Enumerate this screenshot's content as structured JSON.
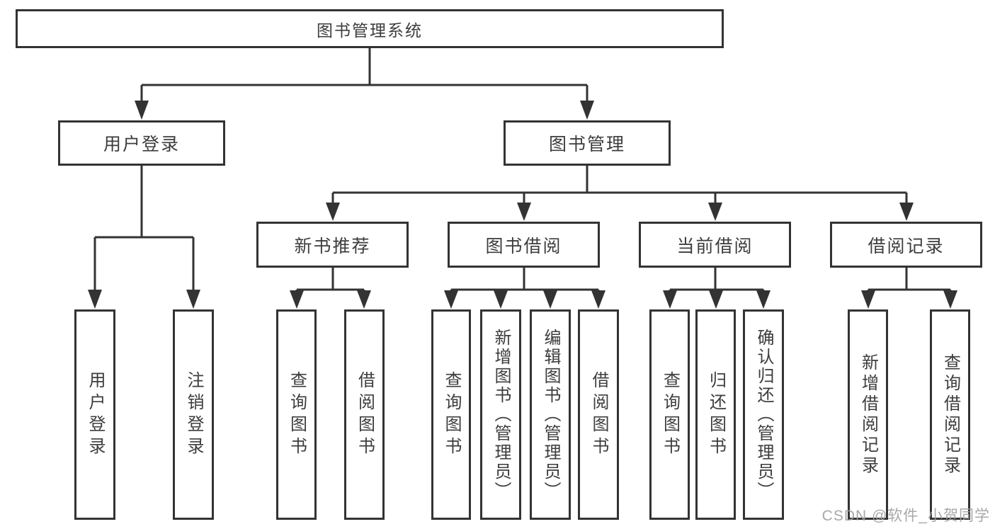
{
  "nodes": {
    "root": "图书管理系统",
    "user_login": "用户登录",
    "book_mgmt": "图书管理",
    "user_login_leaf": "用户登录",
    "logout_leaf": "注销登录",
    "new_book_rec": "新书推荐",
    "book_borrow": "图书借阅",
    "current_borrow": "当前借阅",
    "borrow_record": "借阅记录",
    "nbr_query_books": "查询图书",
    "nbr_borrow_books": "借阅图书",
    "bb_query_books": "查询图书",
    "bb_add_books_admin": "新增图书（管理员）",
    "bb_edit_books_admin": "编辑图书（管理员）",
    "bb_borrow_books": "借阅图书",
    "cb_query_books": "查询图书",
    "cb_return_books": "归还图书",
    "cb_confirm_return_admin": "确认归还（管理员）",
    "br_add_record": "新增借阅记录",
    "br_query_record": "查询借阅记录"
  },
  "colors": {
    "line": "#333333",
    "text": "#3d3d3d",
    "background": "#ffffff",
    "watermark": "#9e9e9e"
  },
  "watermark": "CSDN @软件_小贺同学"
}
